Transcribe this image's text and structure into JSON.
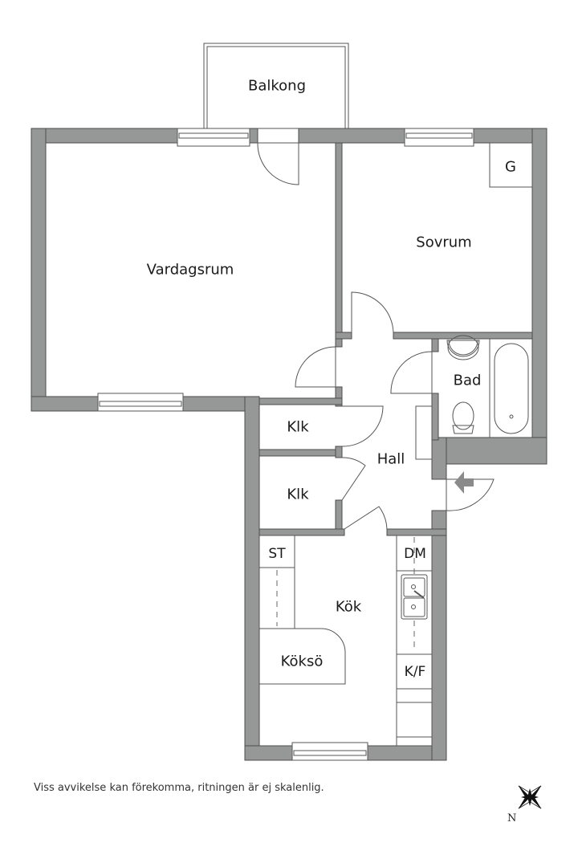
{
  "floorplan": {
    "rooms": {
      "balkong": "Balkong",
      "vardagsrum": "Vardagsrum",
      "sovrum": "Sovrum",
      "garderob": "G",
      "bad": "Bad",
      "klk_upper": "Klk",
      "klk_lower": "Klk",
      "hall": "Hall",
      "kok": "Kök",
      "koksö": "Köksö",
      "st": "ST",
      "dm": "DM",
      "kf": "K/F"
    },
    "entrance_icon": "entrance-arrow-icon",
    "compass_icon": "compass-rose-icon",
    "compass_label": "N",
    "colors": {
      "wall": "#969797",
      "line": "#555555",
      "background": "#ffffff"
    }
  },
  "footer": {
    "disclaimer": "Viss avvikelse kan förekomma, ritningen är ej skalenlig."
  }
}
